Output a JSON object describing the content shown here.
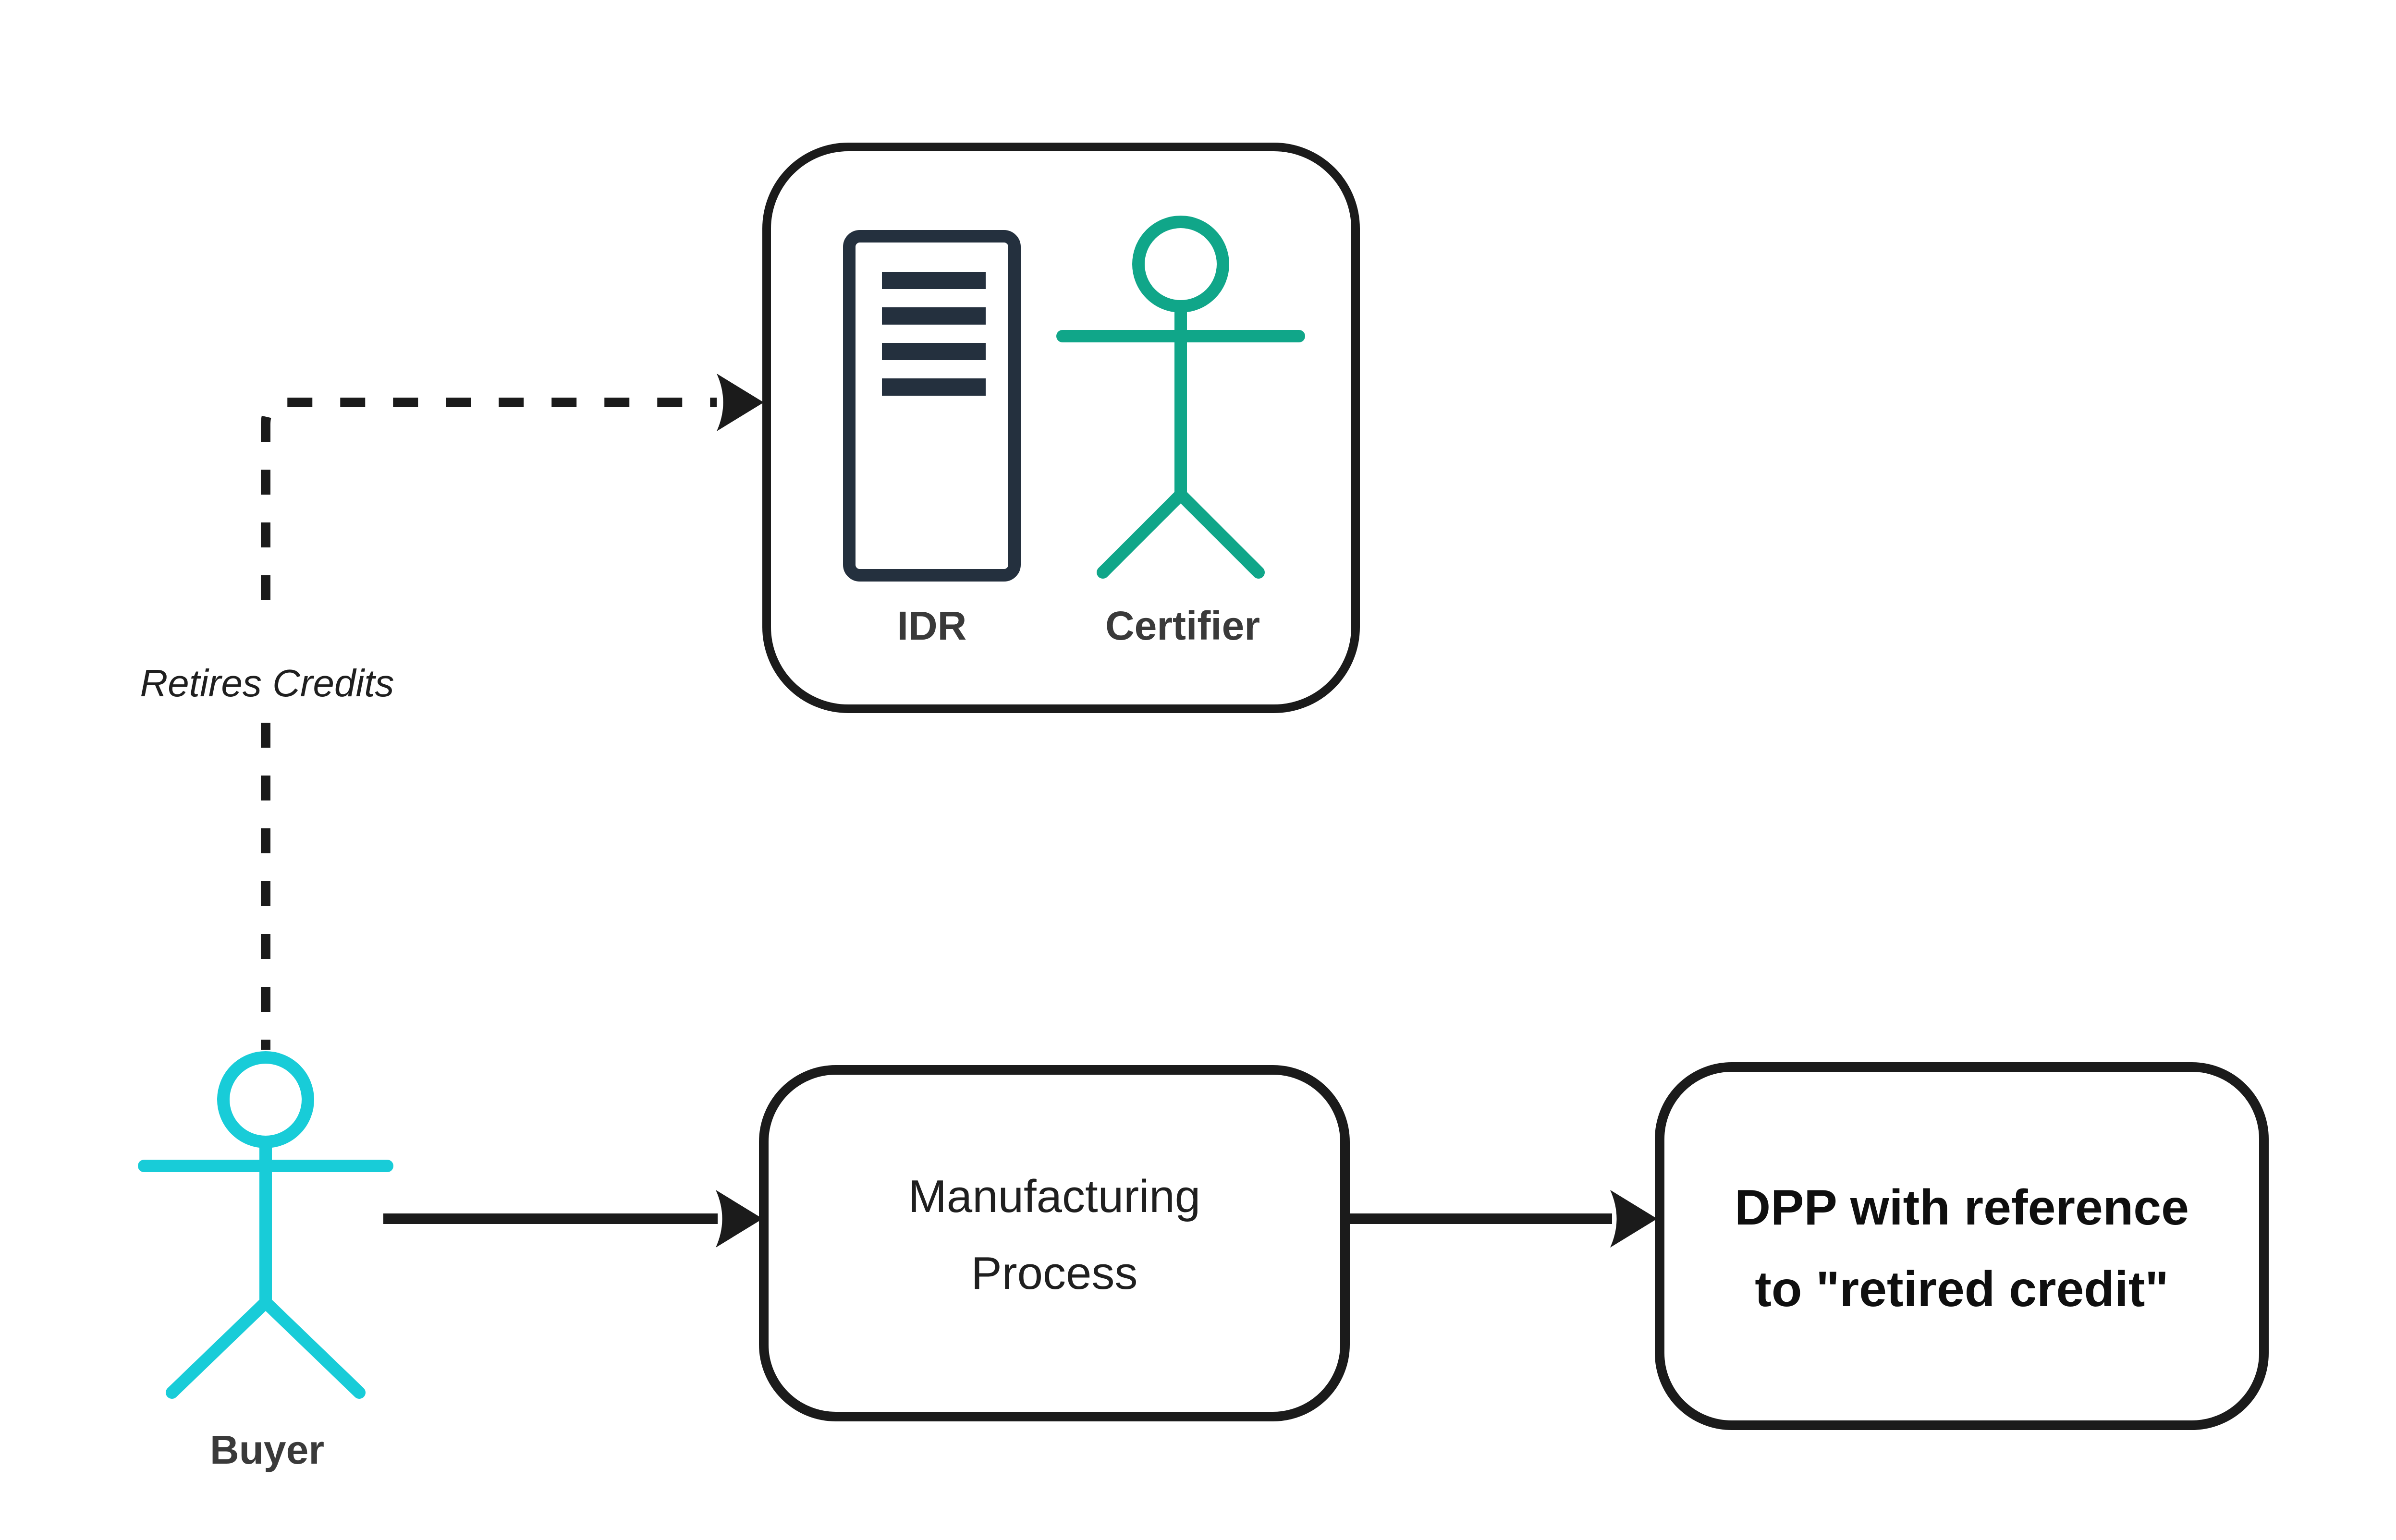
{
  "diagram": {
    "colors": {
      "bg": "#ffffff",
      "ink": "#1b1b1b",
      "navy": "#24303e",
      "green": "#10a689",
      "cyan": "#18ccd8",
      "labelink": "#3a3a3a",
      "textink": "#1f1f1f"
    },
    "nodes": {
      "registry": {
        "idr_label": "IDR",
        "certifier_label": "Certifier",
        "icons": [
          "server-icon",
          "person-icon"
        ]
      },
      "buyer": {
        "label": "Buyer",
        "icon": "person-icon"
      },
      "manufacturing": {
        "label_line1": "Manufacturing",
        "label_line2": "Process"
      },
      "dpp": {
        "label_line1": "DPP with reference",
        "label_line2": "to \"retired credit\""
      }
    },
    "edges": {
      "retires_credits": {
        "label": "Retires Credits",
        "style": "dashed-arrow",
        "from": "Buyer",
        "to": "IDR / Certifier box"
      },
      "buyer_to_manufacturing": {
        "label": "",
        "style": "solid-arrow",
        "from": "Buyer",
        "to": "Manufacturing Process"
      },
      "manufacturing_to_dpp": {
        "label": "",
        "style": "solid-arrow",
        "from": "Manufacturing Process",
        "to": "DPP with reference to \"retired credit\""
      }
    }
  }
}
